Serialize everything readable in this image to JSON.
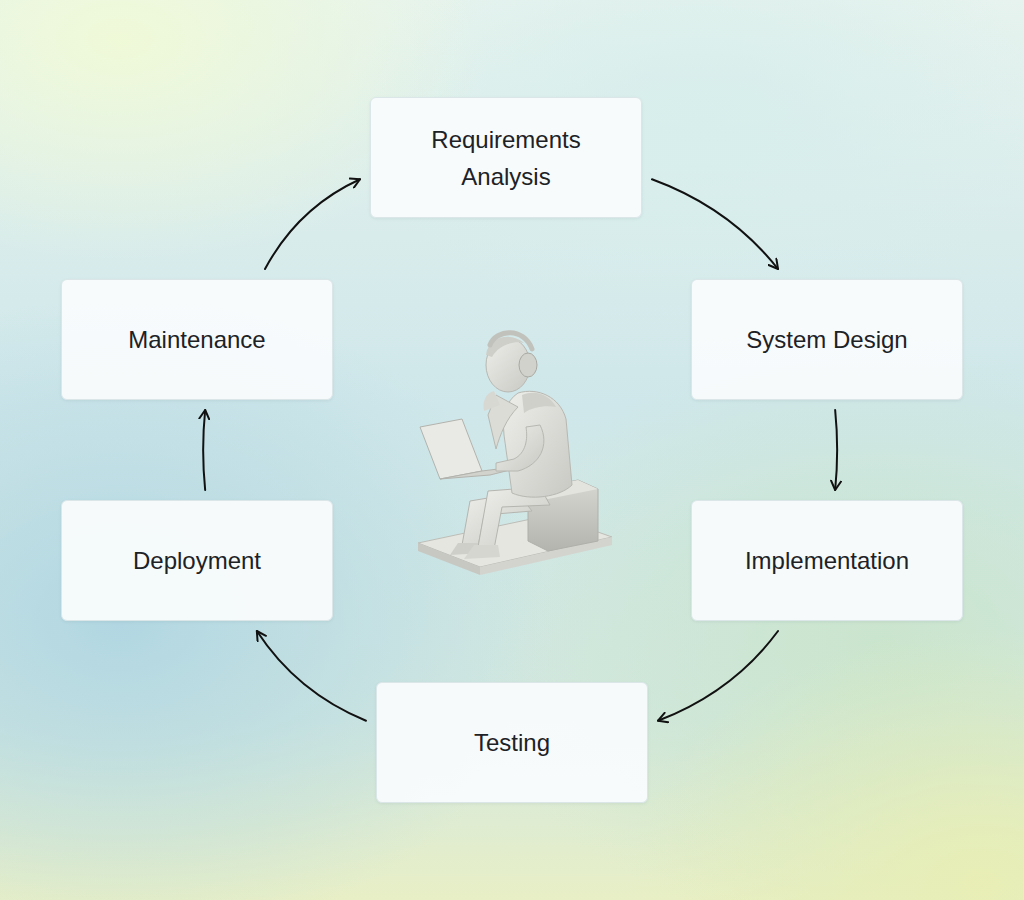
{
  "diagram": {
    "nodes": [
      {
        "text": [
          "Requirements Analysis"
        ]
      },
      {
        "text": [
          "System Design"
        ]
      },
      {
        "text": [
          "Implementation"
        ]
      },
      {
        "text": [
          "Testing"
        ]
      },
      {
        "text": [
          "Deployment"
        ]
      },
      {
        "text": [
          "Maintenance"
        ]
      }
    ],
    "edges": [
      {
        "from": 0,
        "to": 1,
        "arrow": "to"
      },
      {
        "from": 1,
        "to": 2,
        "arrow": "to"
      },
      {
        "from": 2,
        "to": 3,
        "arrow": "to"
      },
      {
        "from": 3,
        "to": 4,
        "arrow": "to"
      },
      {
        "from": 4,
        "to": 5,
        "arrow": "to"
      },
      {
        "from": 5,
        "to": 0,
        "arrow": "to"
      }
    ]
  }
}
